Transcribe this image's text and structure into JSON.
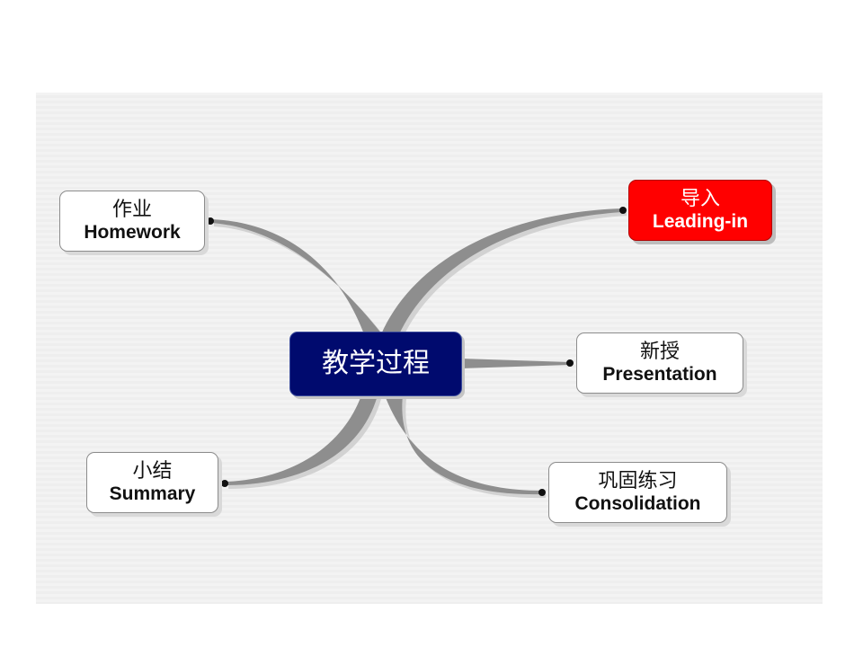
{
  "colors": {
    "center_fill": "#000a6e",
    "highlight_fill": "#ff0000",
    "leaf_fill": "#ffffff",
    "connector": "#8a8a8a"
  },
  "mindmap": {
    "center": {
      "label": "教学过程"
    },
    "branches": [
      {
        "id": "homework",
        "cn": "作业",
        "en": "Homework"
      },
      {
        "id": "leading",
        "cn": "导入",
        "en": "Leading-in",
        "highlighted": true
      },
      {
        "id": "presentation",
        "cn": "新授",
        "en": "Presentation"
      },
      {
        "id": "summary",
        "cn": "小结",
        "en": "Summary"
      },
      {
        "id": "consolidation",
        "cn": "巩固练习",
        "en": "Consolidation"
      }
    ]
  }
}
